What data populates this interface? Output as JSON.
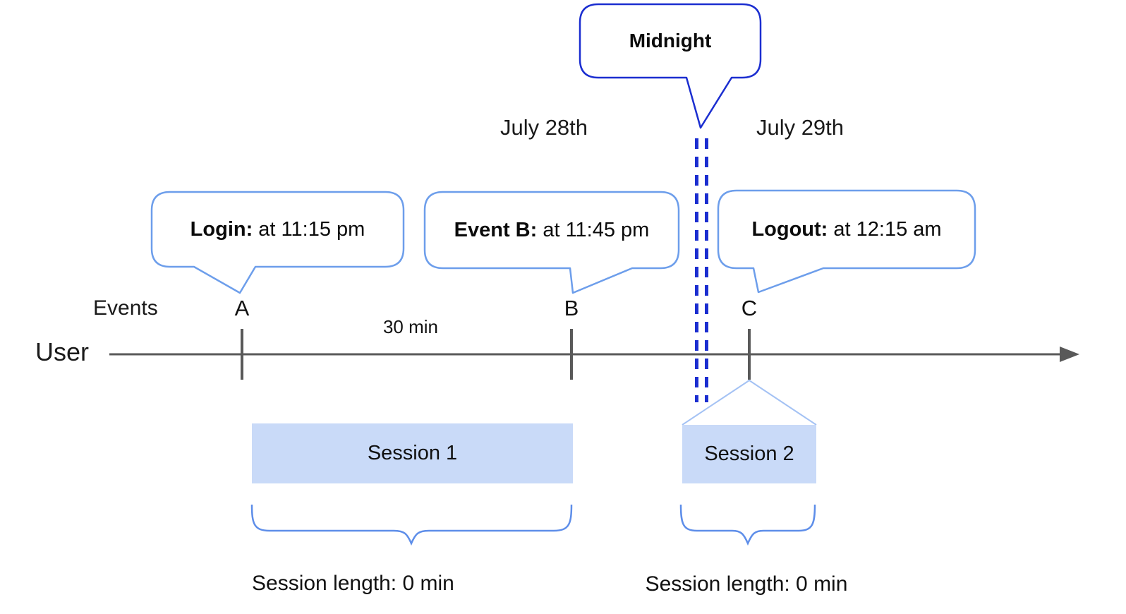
{
  "diagram": {
    "dates": {
      "left": "July 28th",
      "right": "July 29th"
    },
    "midnight": {
      "label": "Midnight"
    },
    "axis": {
      "events_label": "Events",
      "user_label": "User",
      "marks": [
        "A",
        "B",
        "C"
      ],
      "interval_label": "30 min"
    },
    "callouts": {
      "login": {
        "label": "Login:",
        "time": " at 11:15 pm"
      },
      "event_b": {
        "label": "Event B:",
        "time": " at 11:45 pm"
      },
      "logout": {
        "label": "Logout:",
        "time": " at 12:15 am"
      }
    },
    "sessions": [
      {
        "name": "Session 1",
        "length_label": "Session length: 0 min"
      },
      {
        "name": "Session 2",
        "length_label": "Session length: 0 min"
      }
    ],
    "colors": {
      "dark_blue": "#1b2ed0",
      "callout_border": "#6d9eeb",
      "session_fill": "#c9daf8",
      "roof_line": "#a4c2f4",
      "axis_gray": "#595959",
      "brace_blue": "#5e8ee9"
    }
  }
}
